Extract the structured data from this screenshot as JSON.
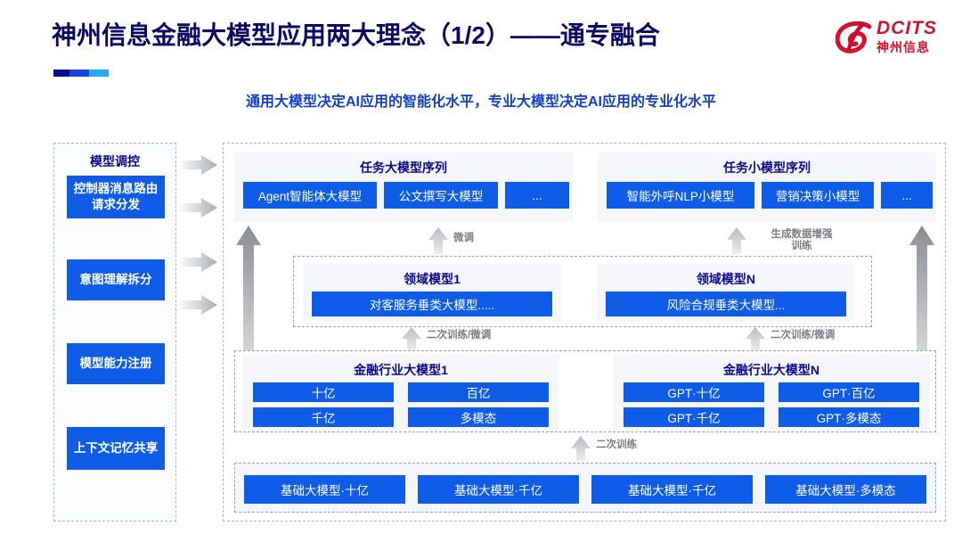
{
  "header": {
    "title": "神州信息金融大模型应用两大理念（1/2）——通专融合",
    "subtitle": "通用大模型决定AI应用的智能化水平，专业大模型决定AI应用的专业化水平",
    "logo_en": "DCITS",
    "logo_cn": "神州信息",
    "brand_red": "#d2122e",
    "title_color": "#0a0a64",
    "subtitle_color": "#1340c8",
    "accent_blue": "#0f5ce8"
  },
  "sidebar": {
    "title": "模型调控",
    "items": [
      {
        "label": "控制器消息路由请求分发"
      },
      {
        "label": "意图理解拆分"
      },
      {
        "label": "模型能力注册"
      },
      {
        "label": "上下文记忆共享"
      }
    ]
  },
  "task_big": {
    "title": "任务大模型序列",
    "chips": [
      "Agent智能体大模型",
      "公文撰写大模型",
      "..."
    ]
  },
  "task_small": {
    "title": "任务小模型序列",
    "chips": [
      "智能外呼NLP小模型",
      "营销决策小模型",
      "..."
    ]
  },
  "domain": [
    {
      "title": "领域模型1",
      "bar": "对客服务垂类大模型....."
    },
    {
      "title": "领域模型N",
      "bar": "风险合规垂类大模型..."
    }
  ],
  "finance": [
    {
      "title": "金融行业大模型1",
      "cells": [
        "十亿",
        "百亿",
        "千亿",
        "多模态"
      ]
    },
    {
      "title": "金融行业大模型N",
      "cells": [
        "GPT·十亿",
        "GPT·百亿",
        "GPT·千亿",
        "GPT·多模态"
      ]
    }
  ],
  "base": {
    "cells": [
      "基础大模型·十亿",
      "基础大模型·千亿",
      "基础大模型·千亿",
      "基础大模型·多模态"
    ]
  },
  "arrow_labels": {
    "fine_tune": "微调",
    "gen_data_aug_l1": "生成数据增强",
    "gen_data_aug_l2": "训练",
    "retrain_finetune_left": "二次训练/微调",
    "retrain_finetune_right": "二次训练/微调",
    "retrain": "二次训练"
  }
}
